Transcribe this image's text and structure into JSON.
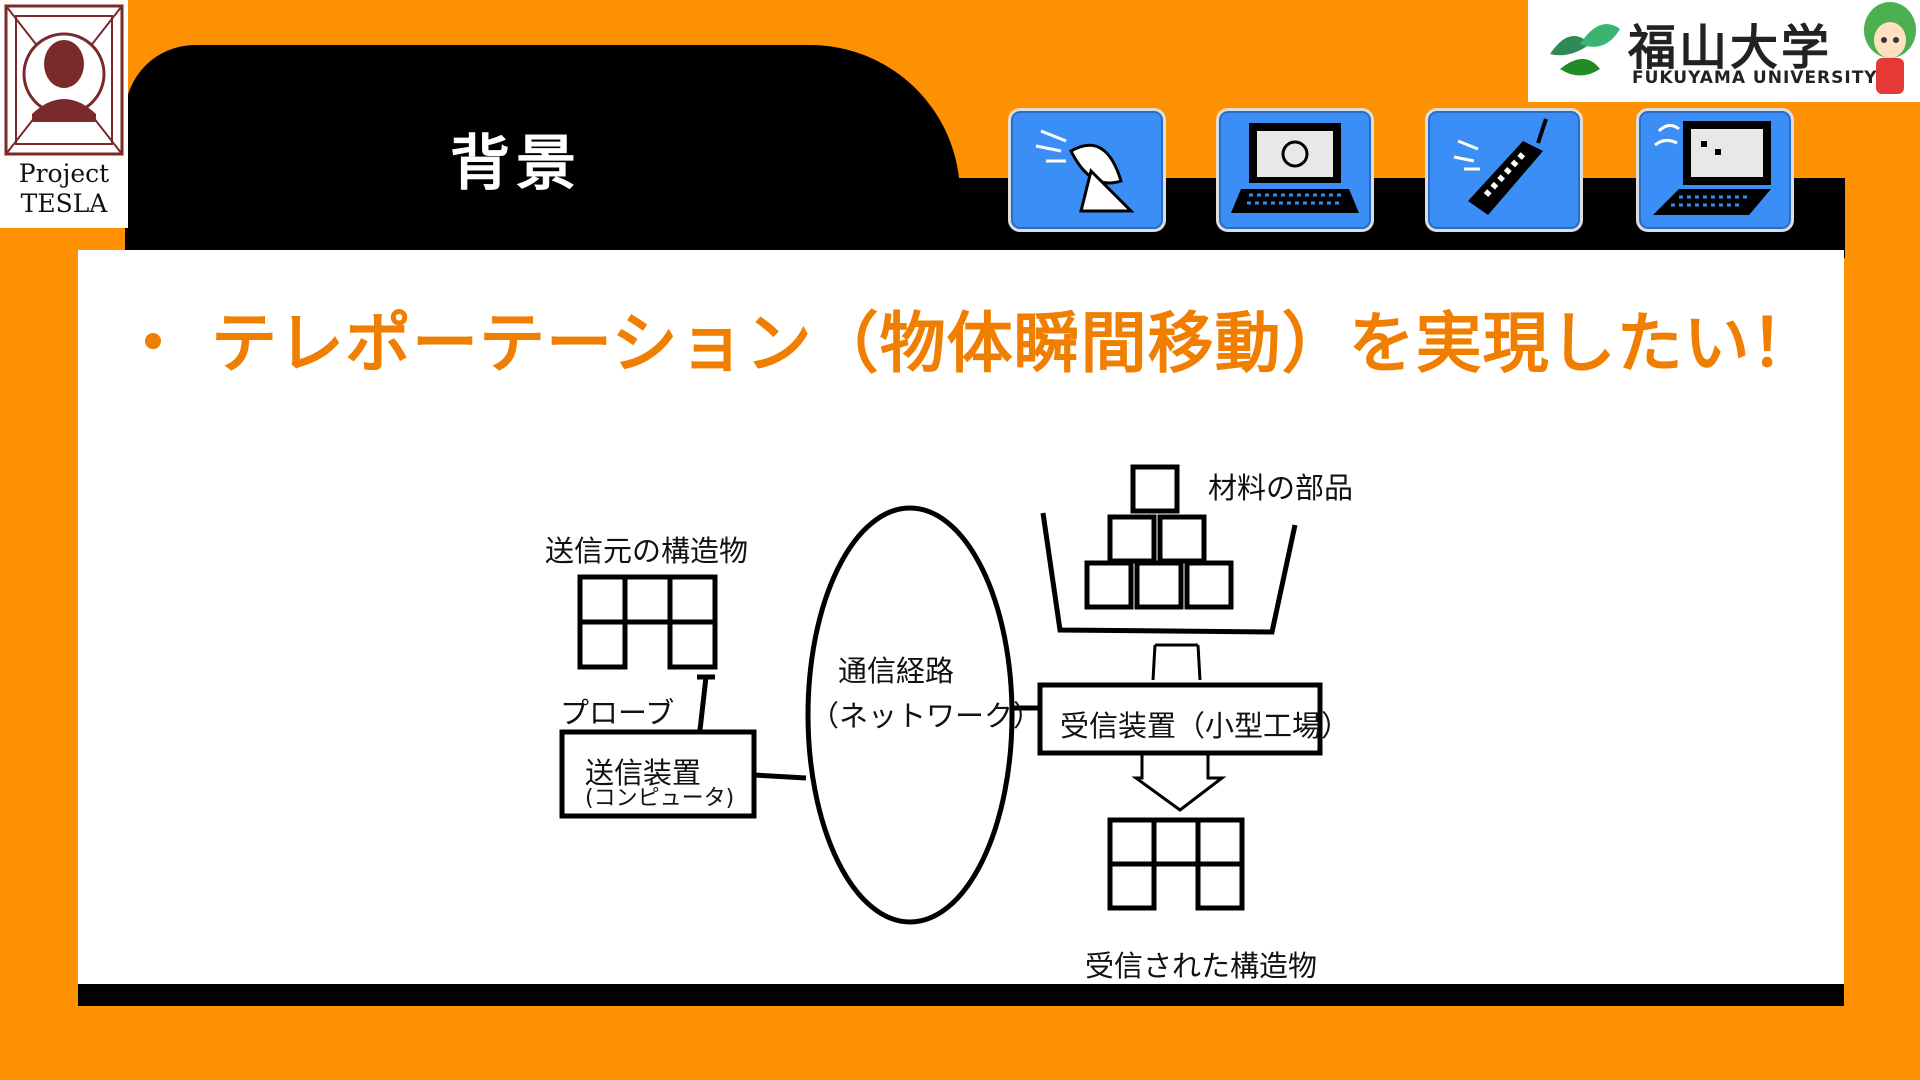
{
  "logos": {
    "project_tesla": {
      "line1": "Project",
      "line2": "TESLA"
    },
    "university": {
      "name_jp": "福山大学",
      "name_en": "FUKUYAMA UNIVERSITY"
    }
  },
  "header": {
    "title": "背景"
  },
  "toolbar": {
    "icons": [
      "satellite-dish-icon",
      "computer-email-icon",
      "mobile-phone-icon",
      "laptop-computer-icon"
    ]
  },
  "main": {
    "headline": "・ テレポーテーション（物体瞬間移動）を実現したい！"
  },
  "diagram": {
    "source_structure_label": "送信元の構造物",
    "probe_label": "プローブ",
    "sender_device_label": "送信装置",
    "sender_device_sub": "(コンピュータ)",
    "network_label": "通信経路",
    "network_sub": "（ネットワーク）",
    "materials_label": "材料の部品",
    "receiver_device_label": "受信装置（小型工場）",
    "received_structure_label": "受信された構造物"
  },
  "colors": {
    "background": "#fe9102",
    "headline": "#f07e00",
    "icon_button": "#3a8ef5",
    "bar": "#000000"
  }
}
